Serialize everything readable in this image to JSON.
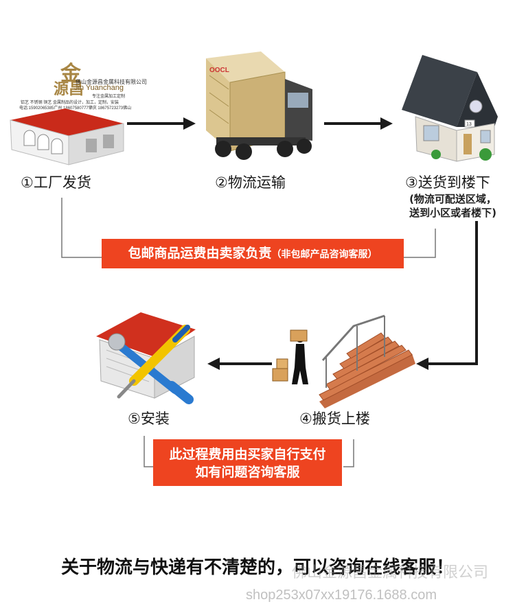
{
  "logo": {
    "brand_char_top": "金",
    "brand_char_bottom": "源昌",
    "company_cn": "佛山金源昌金属科技有限公司",
    "company_en": "Jin Yuanchang",
    "slogan": "专注金属加工定制",
    "products": "铝艺  不锈钢  铜艺  金属制品的设计，加工，定制，安装",
    "phones": "电话:15902065385广州 18607580777肇庆 18675723273佛山"
  },
  "steps": {
    "s1": "①工厂发货",
    "s2": "②物流运输",
    "s3": "③送货到楼下",
    "s3_note_line1": "(物流可配送区域，",
    "s3_note_line2": "送到小区或者楼下)",
    "s4": "④搬货上楼",
    "s5": "⑤安装"
  },
  "banner_top": {
    "main": "包邮商品运费由卖家负责",
    "paren": "（非包邮产品咨询客服）"
  },
  "banner_bottom": {
    "line1": "此过程费用由买家自行支付",
    "line2": "如有问题咨询客服"
  },
  "truck": {
    "container_mark": "OOCL"
  },
  "house": {
    "number": "13"
  },
  "footer": {
    "headline": "关于物流与快递有不清楚的，可以咨询在线客服！",
    "watermark": "shop253x07xx19176.1688.com",
    "overlay_watermark": "佛山金源昌金属科技有限公司"
  },
  "colors": {
    "red": "#ee4420",
    "arrow": "#1a1a1a",
    "line_gray": "#777777"
  }
}
